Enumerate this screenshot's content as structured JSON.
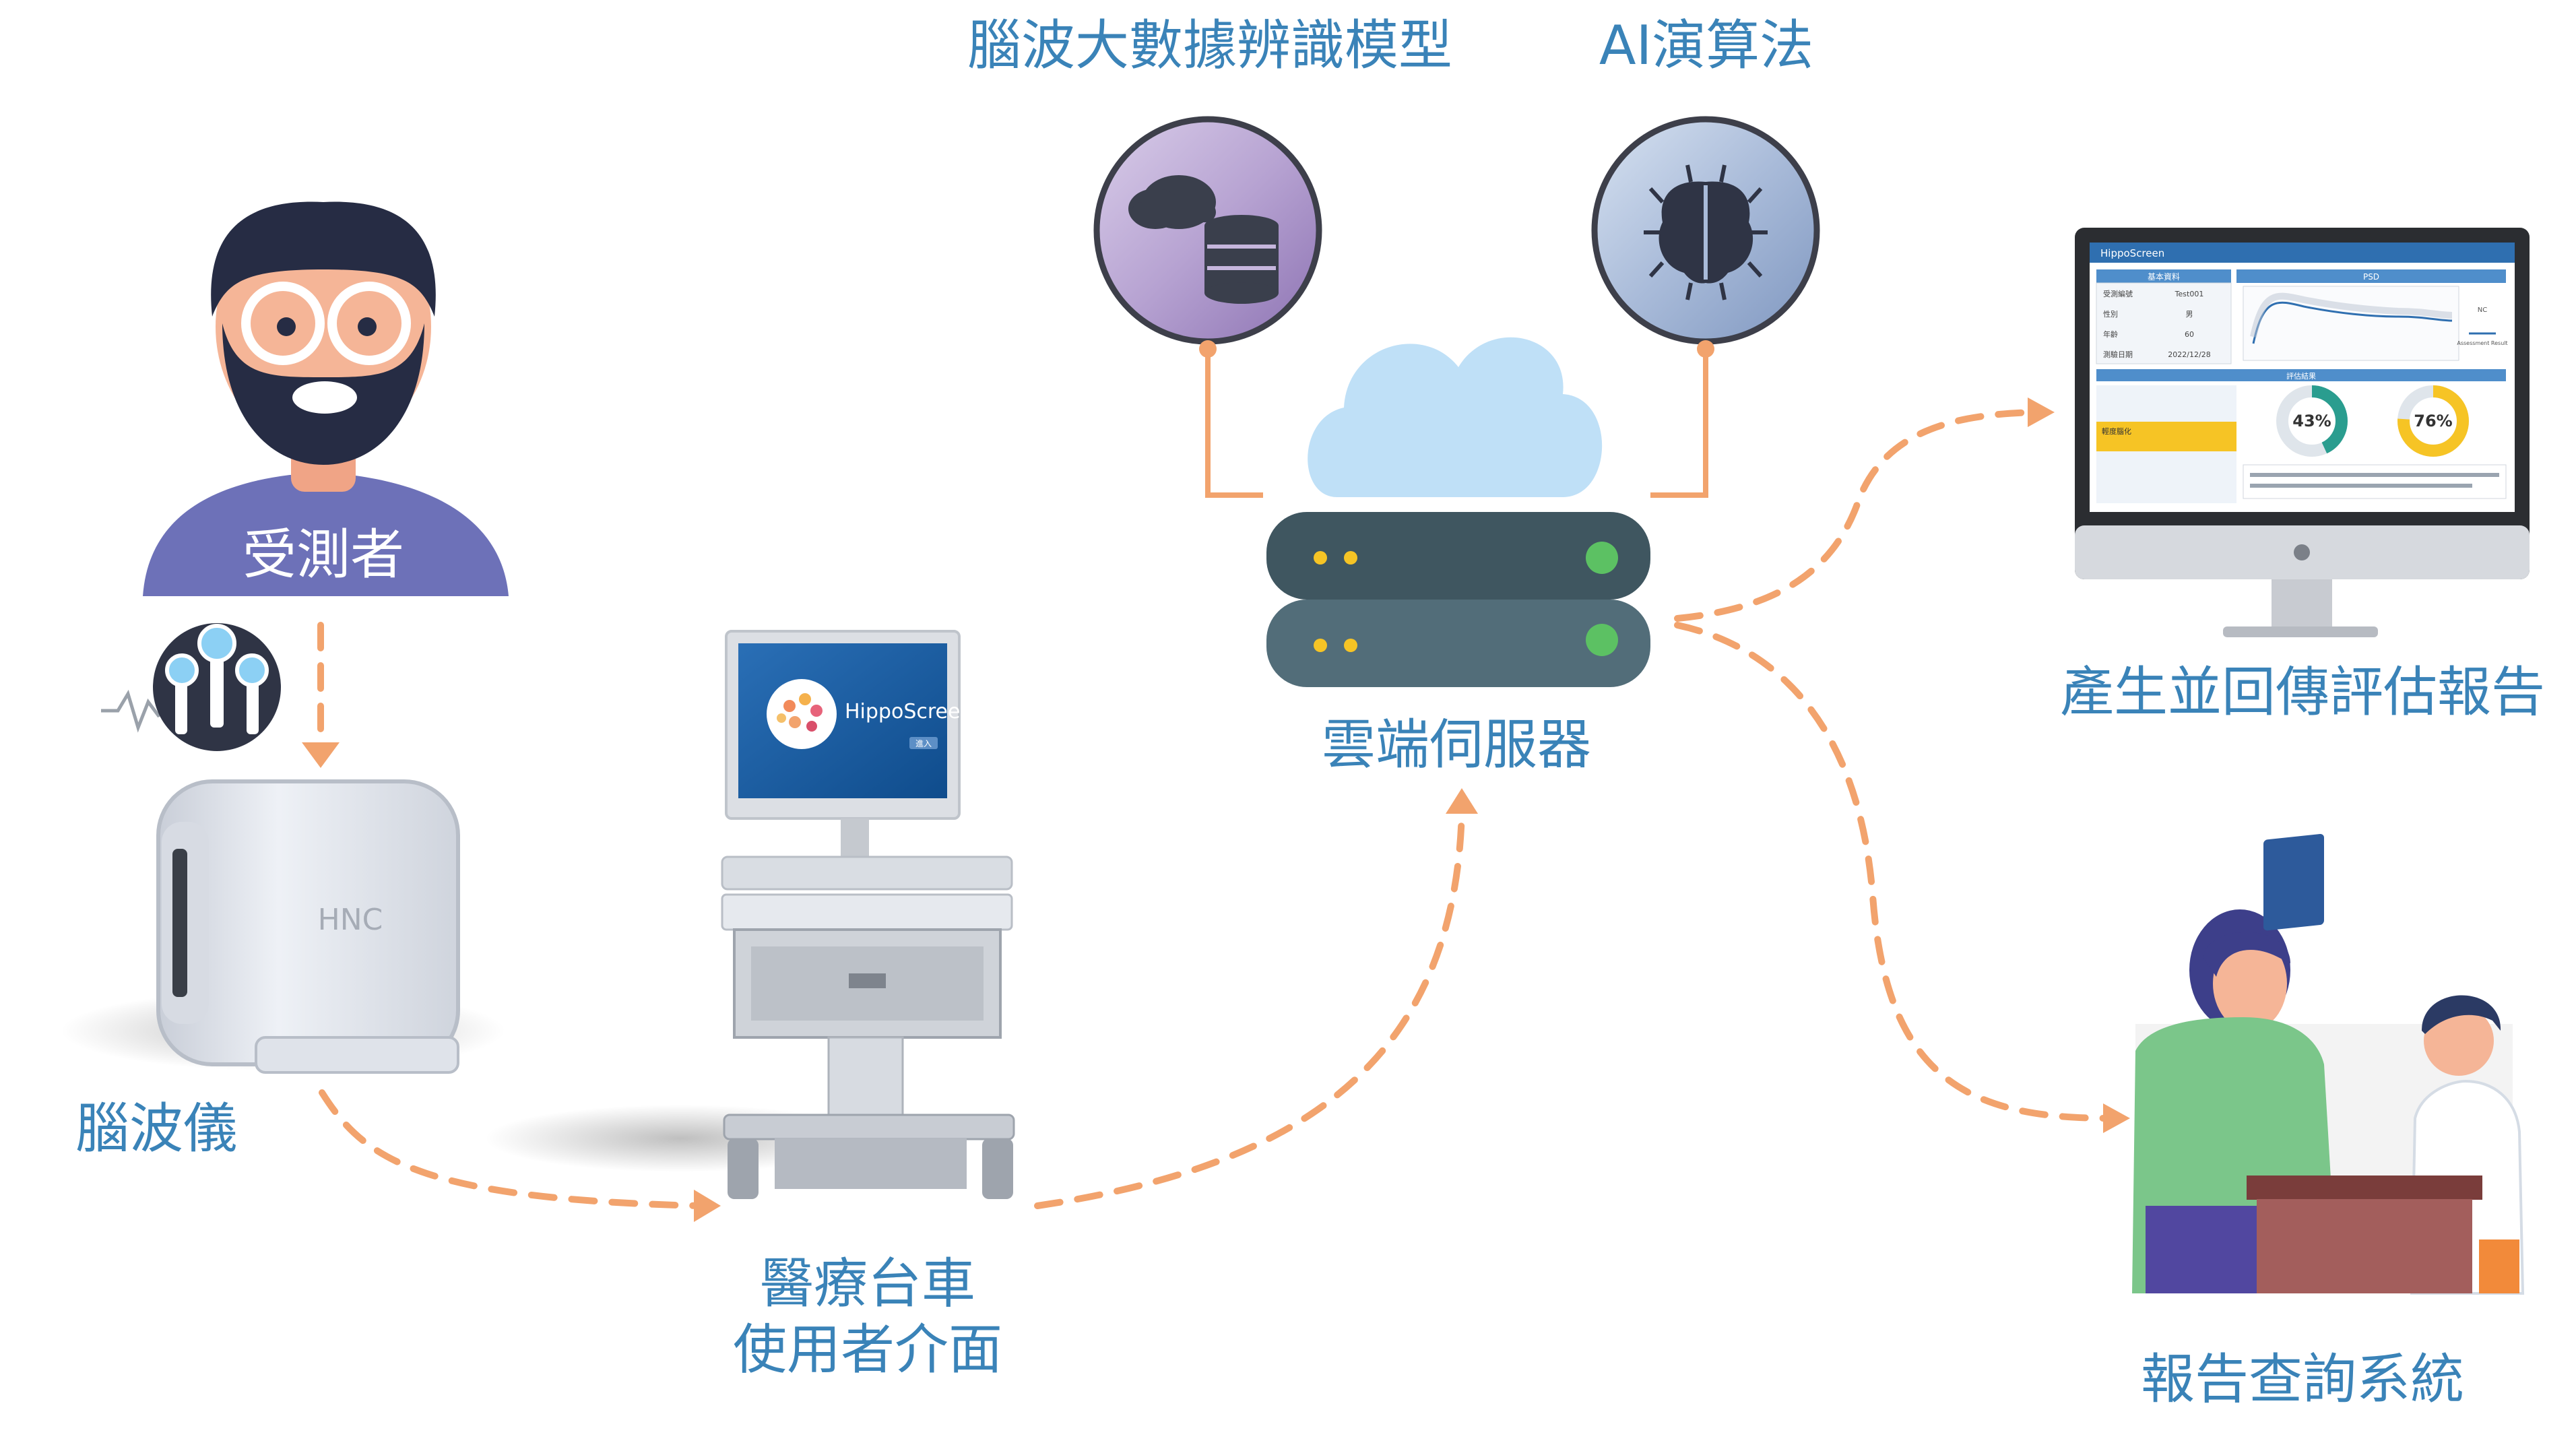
{
  "labels": {
    "subject": "受測者",
    "eeg_device": "腦波儀",
    "cart_line1": "醫療台車",
    "cart_line2": "使用者介面",
    "cloud_server": "雲端伺服器",
    "big_data_model": "腦波大數據辨識模型",
    "ai_algorithm": "AI演算法",
    "report_return": "產生並回傳評估報告",
    "report_query": "報告查詢系統"
  },
  "device": {
    "brand": "HNC"
  },
  "cart_screen": {
    "app_name": "HippoScreen",
    "button": "進入"
  },
  "report_screen": {
    "app_name": "HippoScreen",
    "basic_info_header": "基本資料",
    "psd_header": "PSD",
    "assessment_header": "評估結果",
    "info_rows": [
      {
        "label": "受測編號",
        "value": "Test001"
      },
      {
        "label": "性別",
        "value": "男"
      },
      {
        "label": "年齡",
        "value": "60"
      },
      {
        "label": "測驗日期",
        "value": "2022/12/28"
      }
    ],
    "percent_a": "43%",
    "percent_b": "76%",
    "legend_text": "Assessment Result",
    "side_tag": "NC",
    "notice_title": "輕度腦化"
  },
  "colors": {
    "label_blue": "#3a83b8",
    "arrow_orange": "#f2a36d",
    "server_dark": "#3f5660",
    "server_light": "#526d79",
    "cloud_blue": "#bfe0f7",
    "shirt_purple": "#6d71b8",
    "led_green": "#5cc163",
    "led_yellow": "#f6c425"
  }
}
